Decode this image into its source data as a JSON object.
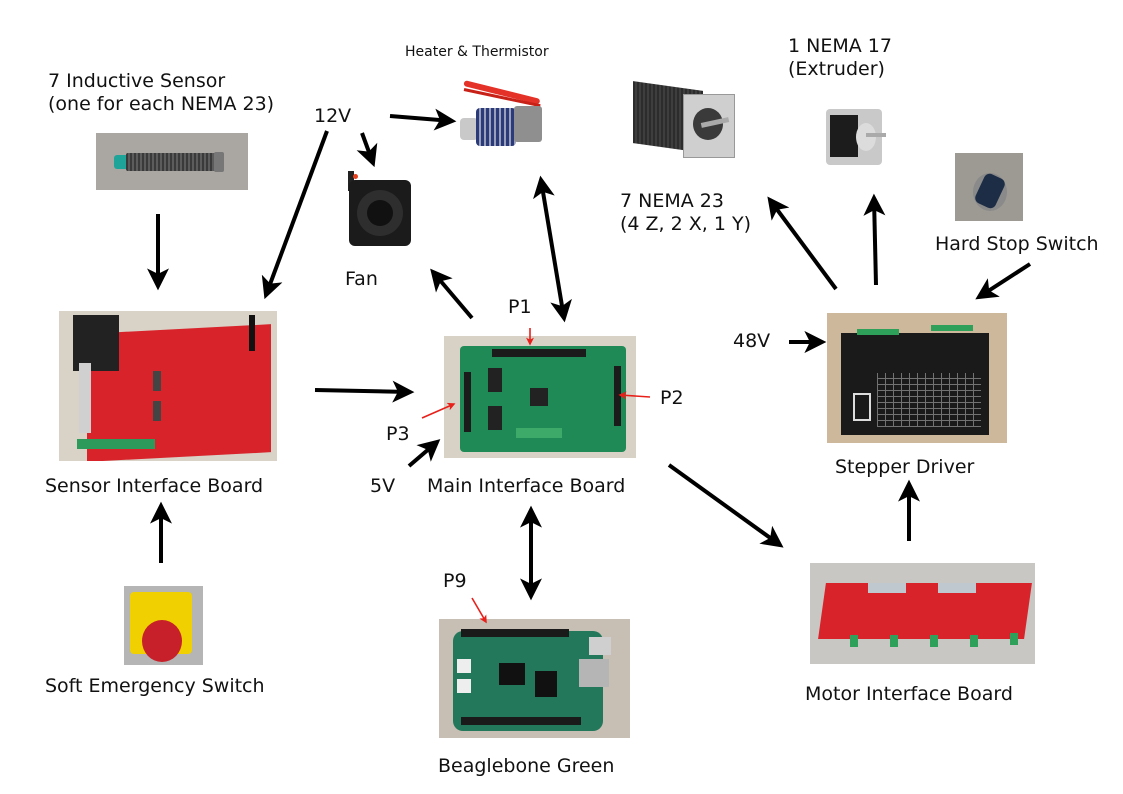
{
  "diagram": {
    "components": {
      "inductive_sensor": {
        "label_line1": "7 Inductive Sensor",
        "label_line2": "(one for each NEMA 23)"
      },
      "heater": {
        "label": "Heater & Thermistor"
      },
      "nema23": {
        "label_line1": "7 NEMA 23",
        "label_line2": "(4 Z, 2 X, 1 Y)"
      },
      "nema17": {
        "label_line1": "1 NEMA 17",
        "label_line2": "(Extruder)"
      },
      "hard_stop": {
        "label": "Hard Stop Switch"
      },
      "fan": {
        "label": "Fan"
      },
      "sensor_board": {
        "label": "Sensor Interface Board"
      },
      "main_board": {
        "label": "Main Interface Board"
      },
      "stepper_driver": {
        "label": "Stepper Driver"
      },
      "motor_board": {
        "label": "Motor Interface Board"
      },
      "soft_emergency": {
        "label": "Soft Emergency Switch"
      },
      "beaglebone": {
        "label": "Beaglebone Green"
      }
    },
    "power_labels": {
      "v12": "12V",
      "v5": "5V",
      "v48": "48V"
    },
    "port_labels": {
      "p1": "P1",
      "p2": "P2",
      "p3": "P3",
      "p9": "P9"
    },
    "connections": [
      {
        "from": "12V",
        "to": "Heater & Thermistor",
        "type": "one-way"
      },
      {
        "from": "12V",
        "to": "Fan",
        "type": "one-way"
      },
      {
        "from": "12V",
        "to": "Sensor Interface Board",
        "type": "one-way"
      },
      {
        "from": "7 Inductive Sensor",
        "to": "Sensor Interface Board",
        "type": "one-way"
      },
      {
        "from": "Soft Emergency Switch",
        "to": "Sensor Interface Board",
        "type": "one-way"
      },
      {
        "from": "Sensor Interface Board",
        "to": "Main Interface Board",
        "type": "one-way"
      },
      {
        "from": "Main Interface Board",
        "to": "Fan",
        "type": "one-way"
      },
      {
        "from": "Main Interface Board",
        "to": "Heater & Thermistor",
        "type": "two-way"
      },
      {
        "from": "Main Interface Board",
        "to": "Beaglebone Green",
        "type": "two-way"
      },
      {
        "from": "5V",
        "to": "Main Interface Board",
        "type": "one-way"
      },
      {
        "from": "Main Interface Board",
        "to": "Motor Interface Board",
        "type": "one-way"
      },
      {
        "from": "Motor Interface Board",
        "to": "Stepper Driver",
        "type": "one-way"
      },
      {
        "from": "48V",
        "to": "Stepper Driver",
        "type": "one-way"
      },
      {
        "from": "Hard Stop Switch",
        "to": "Stepper Driver",
        "type": "one-way"
      },
      {
        "from": "Stepper Driver",
        "to": "7 NEMA 23",
        "type": "one-way"
      },
      {
        "from": "Stepper Driver",
        "to": "1 NEMA 17",
        "type": "one-way"
      }
    ],
    "colors": {
      "arrow": "#000000",
      "port_arrow": "#e8201a",
      "pcb_red": "#d8232a",
      "pcb_green": "#1f8a55"
    }
  }
}
